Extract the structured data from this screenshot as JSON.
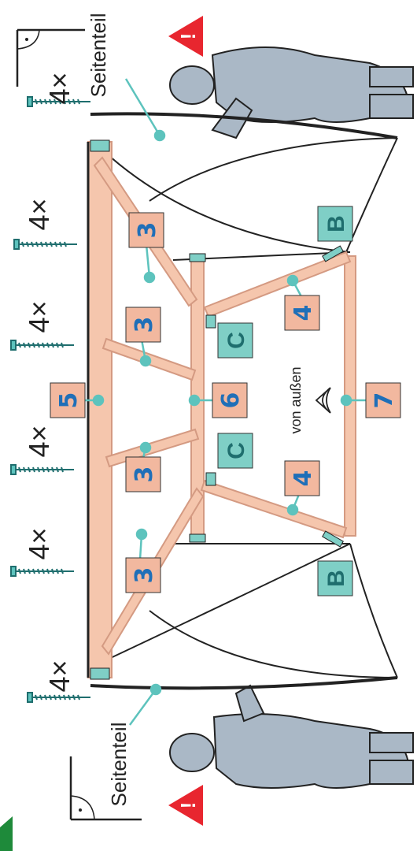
{
  "labels": {
    "side_top": "Seitenteil",
    "side_bottom": "Seitenteil",
    "view_note": "von außen",
    "screws": [
      "4×",
      "4×",
      "4×",
      "4×",
      "4×",
      "4×"
    ]
  },
  "parts": {
    "p3a": "3",
    "p3b": "3",
    "p3c": "3",
    "p3d": "3",
    "p4a": "4",
    "p4b": "4",
    "p5": "5",
    "p6": "6",
    "p7": "7"
  },
  "brackets": {
    "b1": "B",
    "b2": "B",
    "c1": "C",
    "c2": "C"
  },
  "warning_symbol": "!",
  "colors": {
    "wood": "#f5c6ad",
    "wood_edge": "#d49a82",
    "part_label": "#f2b89f",
    "bracket_label": "#7fcfc6",
    "accent_teal": "#5dc3bd",
    "number": "#1f6fb8",
    "warning": "#e8262f",
    "person": "#aab8c6",
    "line": "#222222"
  }
}
